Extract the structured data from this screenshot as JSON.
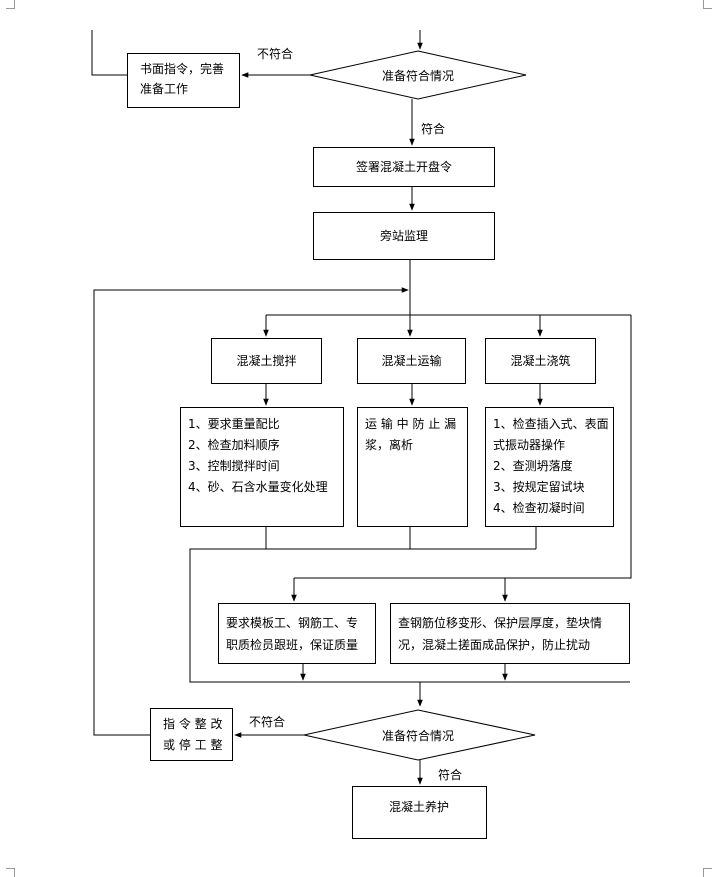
{
  "nodes": {
    "written_order": {
      "line1": "书面指令，完善",
      "line2": "准备工作"
    },
    "check_prep_top": "准备符合情况",
    "sign_order": "签署混凝土开盘令",
    "side_supervision": "旁站监理",
    "mixing": "混凝土搅拌",
    "transport": "混凝土运输",
    "pouring": "混凝土浇筑",
    "mixing_details": [
      "1、要求重量配比",
      "2、检查加料顺序",
      "3、控制搅拌时间",
      "4、砂、石含水量变化处理"
    ],
    "transport_details": [
      "运 输 中 防 止 漏",
      "浆，离析"
    ],
    "pouring_details": [
      "1、检查插入式、表面",
      "式振动器操作",
      "2、查测坍落度",
      "3、按规定留试块",
      "4、检查初凝时间"
    ],
    "formwork_check": [
      "要求模板工、钢筋工、专",
      "职质检员跟班，保证质量"
    ],
    "rebar_check": [
      "查钢筋位移变形、保护层厚度，垫块情",
      "况，混凝土搓面成品保护，防止扰动"
    ],
    "rectify_order": {
      "line1": "指 令 整 改",
      "line2": "或 停 工 整"
    },
    "check_prep_bottom": "准备符合情况",
    "curing": "混凝土养护"
  },
  "labels": {
    "not_conform_top": "不符合",
    "conform_top": "符合",
    "not_conform_bottom": "不符合",
    "conform_bottom": "符合"
  }
}
